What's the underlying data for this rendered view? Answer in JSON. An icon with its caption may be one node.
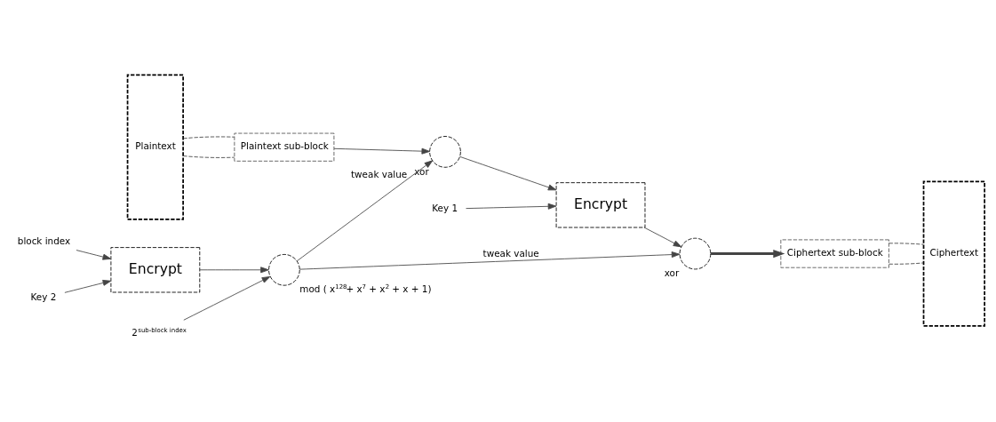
{
  "diagram": {
    "nodes": [
      {
        "text": [
          "Plaintext"
        ]
      },
      {
        "text": [
          "Plaintext sub-block"
        ]
      },
      {
        "text": [],
        "shape": "circle",
        "beside": [
          "xor"
        ]
      },
      {
        "text": [
          "Key 1"
        ]
      },
      {
        "text": [
          "Encrypt"
        ]
      },
      {
        "text": [],
        "shape": "circle",
        "beside": [
          "xor"
        ]
      },
      {
        "text": [
          "Ciphertext sub-block"
        ]
      },
      {
        "text": [
          "Ciphertext"
        ]
      },
      {
        "text": [
          "block index"
        ]
      },
      {
        "text": [
          "Encrypt"
        ]
      },
      {
        "text": [],
        "shape": "circle",
        "beside": [
          "mod ( x$^{128}$+ x$^{7}$ + x$^{2}$ + x + 1)"
        ]
      },
      {
        "text": [
          "Key 2"
        ]
      },
      {
        "text": [
          "2$^{sub-block index}$"
        ]
      }
    ],
    "edges": [
      {
        "from": 0,
        "to": 1,
        "arrow": "none",
        "style": "dashed"
      },
      {
        "from": 0,
        "to": 1,
        "arrow": "none",
        "style": "dashed"
      },
      {
        "from": 1,
        "to": 2,
        "arrow": "to"
      },
      {
        "from": 2,
        "to": 4,
        "arrow": "to"
      },
      {
        "from": 3,
        "to": 4,
        "arrow": "to"
      },
      {
        "from": 4,
        "to": 5,
        "arrow": "to"
      },
      {
        "from": 5,
        "to": 6,
        "arrow": "to",
        "style": "thick"
      },
      {
        "from": 6,
        "to": 7,
        "arrow": "none",
        "style": "dashed"
      },
      {
        "from": 6,
        "to": 7,
        "arrow": "none",
        "style": "dashed"
      },
      {
        "from": 8,
        "to": 9,
        "arrow": "to"
      },
      {
        "from": 11,
        "to": 9,
        "arrow": "to"
      },
      {
        "from": 9,
        "to": 10,
        "arrow": "to"
      },
      {
        "from": 12,
        "to": 10,
        "arrow": "to"
      },
      {
        "from": 10,
        "to": 2,
        "arrow": "to",
        "label": "tweak value"
      },
      {
        "from": 10,
        "to": 5,
        "arrow": "to",
        "label": "tweak value"
      }
    ]
  }
}
